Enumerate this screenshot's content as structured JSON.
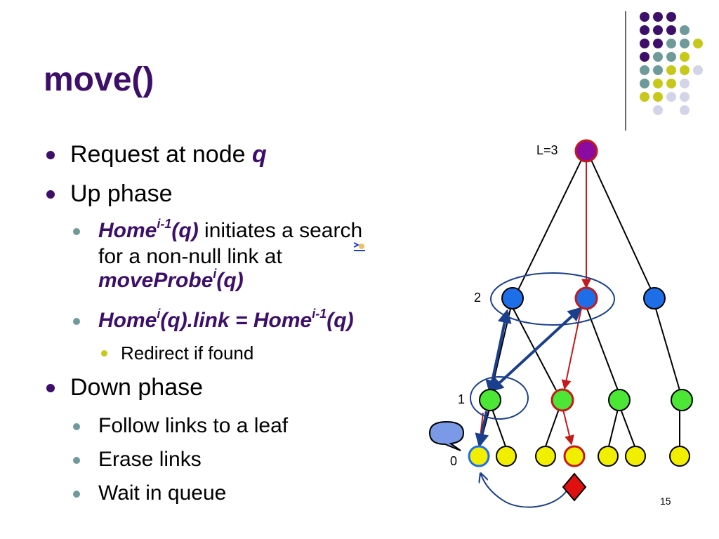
{
  "slide": {
    "title": "move()",
    "page_number": "15"
  },
  "bullets": {
    "request_prefix": "Request at node ",
    "request_node": "q",
    "up_phase": "Up phase",
    "up_item1_home": "Home",
    "up_item1_sup": "i-1",
    "up_item1_arg": "(q)",
    "up_item1_rest": " initiates a search",
    "up_item1_line2": "for a non-null link at",
    "up_item1_probe": "moveProbe",
    "up_item1_probe_sup": "i",
    "up_item1_probe_arg": "(q)",
    "up_item2_home": "Home",
    "up_item2_sup": "i",
    "up_item2_mid": "(q).link = Home",
    "up_item2_sup2": "i-1",
    "up_item2_arg": "(q)",
    "up_sub": "Redirect if found",
    "down_phase": "Down phase",
    "down_items": [
      "Follow links to a leaf",
      "Erase links",
      "Wait in queue"
    ]
  },
  "diagram": {
    "level_labels": [
      "L=3",
      "2",
      "1",
      "0"
    ],
    "colors": {
      "root": "#8b0aa0",
      "level2": "#1e6ee8",
      "level1": "#4ce636",
      "level0": "#f2ee00",
      "highlight": "#c41a1a",
      "blue_arrow": "#1a3f8c",
      "request": "#e01010",
      "bubble": "#7a9ae8"
    }
  },
  "decor": {
    "dot_colors": [
      "#3d0f6a",
      "#6e9a9a",
      "#c8c81a",
      "#d4d4e8"
    ]
  }
}
